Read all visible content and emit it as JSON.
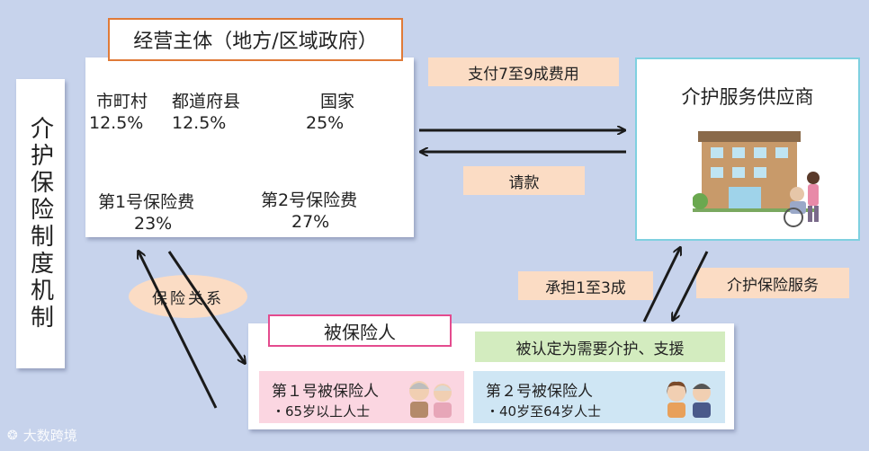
{
  "system_title": "介护保险制度机制",
  "operator": {
    "title": "经营主体（地方/区域政府）",
    "municipal": {
      "label": "市町村",
      "pct": "12.5%"
    },
    "prefecture": {
      "label": "都道府县",
      "pct": "12.5%"
    },
    "state": {
      "label": "国家",
      "pct": "25%"
    },
    "premium1": {
      "label": "第1号保险费",
      "pct": "23%"
    },
    "premium2": {
      "label": "第2号保险费",
      "pct": "27%"
    }
  },
  "flows": {
    "pay": "支付7至9成费用",
    "claim": "请款",
    "bear": "承担1至3成",
    "service": "介护保险服务",
    "relation": "保险关系"
  },
  "provider": {
    "title": "介护服务供应商"
  },
  "insured": {
    "title": "被保险人",
    "certified": "被认定为需要介护、支援",
    "type1": {
      "name": "第１号被保险人",
      "age": "・65岁以上人士"
    },
    "type2": {
      "name": "第２号被保险人",
      "age": "・40岁至64岁人士"
    }
  },
  "watermark": "大数跨境",
  "colors": {
    "background": "#c7d3ec",
    "operator_border": "#e07a38",
    "provider_border": "#7fd0e0",
    "insured_border": "#e44b8e",
    "tag": "#fbdcc4",
    "type1_bg": "#fbd6e1",
    "type2_bg": "#cfe6f4",
    "certified_bg": "#d3ecbf"
  }
}
